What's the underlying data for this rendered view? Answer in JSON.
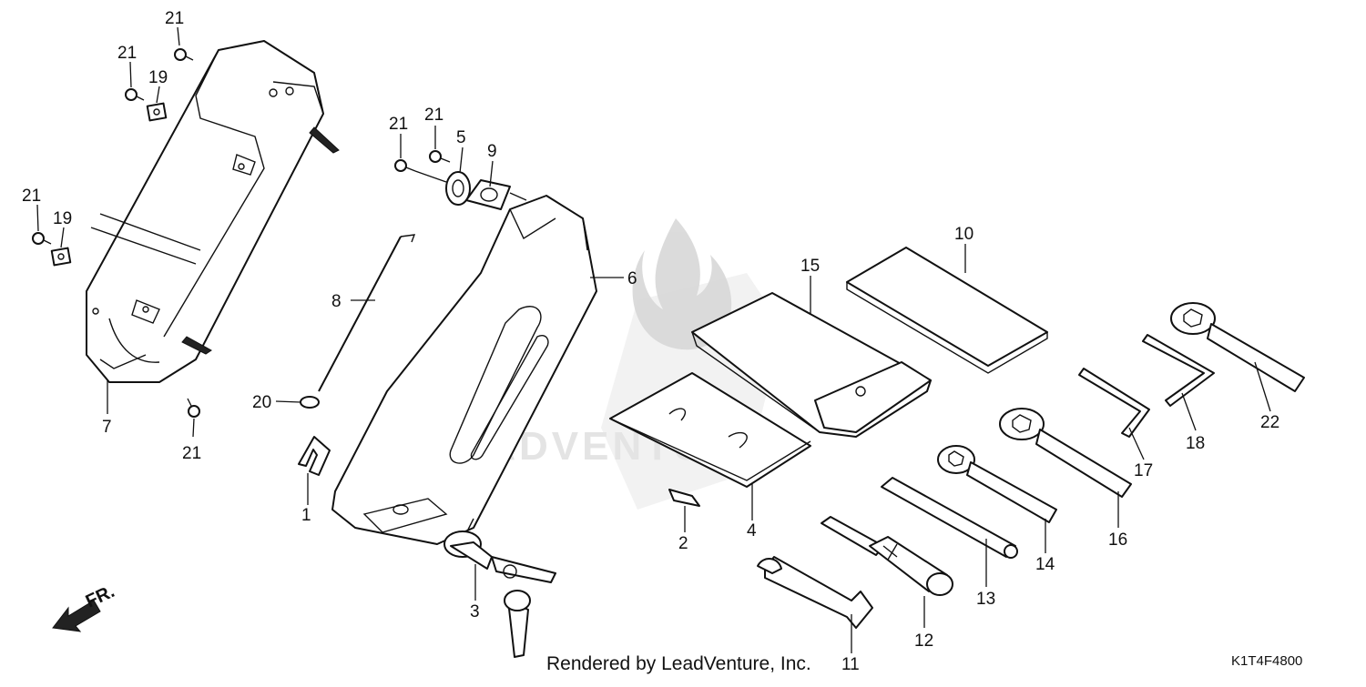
{
  "callouts": {
    "p1": "1",
    "p2": "2",
    "p3": "3",
    "p4": "4",
    "p5": "5",
    "p6": "6",
    "p7": "7",
    "p8": "8",
    "p9": "9",
    "p10": "10",
    "p11": "11",
    "p12": "12",
    "p13": "13",
    "p14": "14",
    "p15": "15",
    "p16": "16",
    "p17": "17",
    "p18": "18",
    "p19": "19",
    "p20": "20",
    "p21": "21",
    "p22": "22"
  },
  "direction_label": "FR.",
  "watermark": "LEADVENTURE",
  "credit": "Rendered by LeadVenture, Inc.",
  "diagram_code": "K1T4F4800",
  "icons": [
    "front-direction-arrow-icon",
    "leadventure-flame-watermark-icon"
  ]
}
